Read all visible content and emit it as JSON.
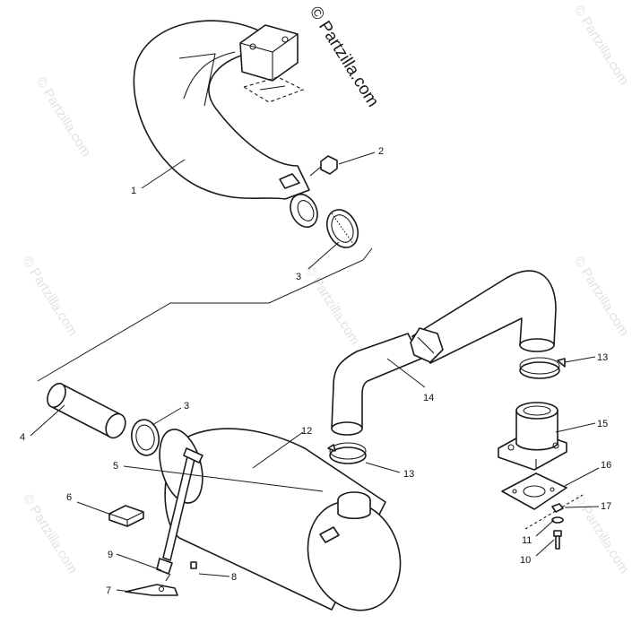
{
  "watermark": {
    "main": "© Partzilla.com",
    "faint": "© Partzilla.com"
  },
  "callouts": [
    "1",
    "2",
    "3",
    "3",
    "4",
    "5",
    "6",
    "7",
    "8",
    "9",
    "10",
    "11",
    "12",
    "13",
    "13",
    "14",
    "15",
    "16",
    "17"
  ],
  "colors": {
    "line": "#1a1a1a",
    "background": "#ffffff",
    "watermark_faint": "#e2e2e2"
  }
}
